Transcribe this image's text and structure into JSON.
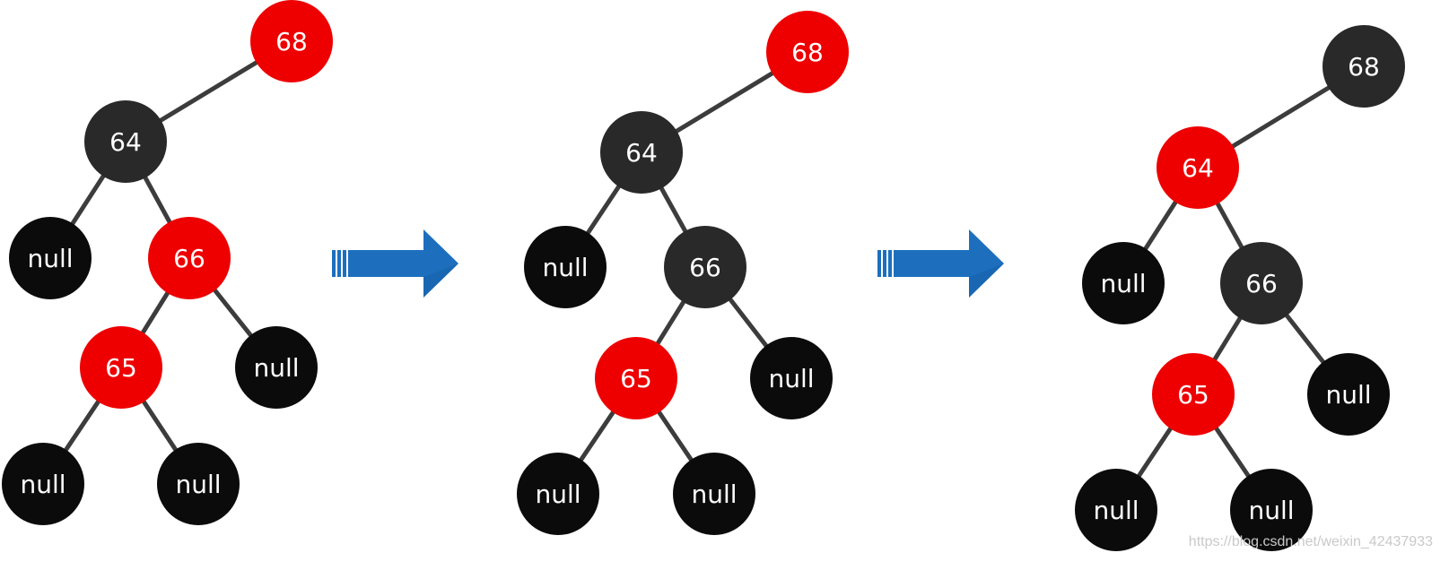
{
  "colors": {
    "red": "#ee0000",
    "black_dark": "#292929",
    "black_null": "#0b0b0b",
    "edge": "#3c3c3c",
    "arrow_blue": "#1d6fbe",
    "arrow_blue_dark": "#135a9d"
  },
  "trees": [
    {
      "nodes": [
        {
          "id": "n68",
          "label": "68",
          "color": "red"
        },
        {
          "id": "n64",
          "label": "64",
          "color": "black_dark"
        },
        {
          "id": "nl1",
          "label": "null",
          "color": "black_null"
        },
        {
          "id": "n66",
          "label": "66",
          "color": "red"
        },
        {
          "id": "n65",
          "label": "65",
          "color": "red"
        },
        {
          "id": "nl2",
          "label": "null",
          "color": "black_null"
        },
        {
          "id": "nl3",
          "label": "null",
          "color": "black_null"
        },
        {
          "id": "nl4",
          "label": "null",
          "color": "black_null"
        }
      ]
    },
    {
      "nodes": [
        {
          "id": "n68",
          "label": "68",
          "color": "red"
        },
        {
          "id": "n64",
          "label": "64",
          "color": "black_dark"
        },
        {
          "id": "nl1",
          "label": "null",
          "color": "black_null"
        },
        {
          "id": "n66",
          "label": "66",
          "color": "black_dark"
        },
        {
          "id": "n65",
          "label": "65",
          "color": "red"
        },
        {
          "id": "nl2",
          "label": "null",
          "color": "black_null"
        },
        {
          "id": "nl3",
          "label": "null",
          "color": "black_null"
        },
        {
          "id": "nl4",
          "label": "null",
          "color": "black_null"
        }
      ]
    },
    {
      "nodes": [
        {
          "id": "n68",
          "label": "68",
          "color": "black_dark"
        },
        {
          "id": "n64",
          "label": "64",
          "color": "red"
        },
        {
          "id": "nl1",
          "label": "null",
          "color": "black_null"
        },
        {
          "id": "n66",
          "label": "66",
          "color": "black_dark"
        },
        {
          "id": "n65",
          "label": "65",
          "color": "red"
        },
        {
          "id": "nl2",
          "label": "null",
          "color": "black_null"
        },
        {
          "id": "nl3",
          "label": "null",
          "color": "black_null"
        },
        {
          "id": "nl4",
          "label": "null",
          "color": "black_null"
        }
      ]
    }
  ],
  "edges": [
    [
      "n68",
      "n64"
    ],
    [
      "n64",
      "nl1"
    ],
    [
      "n64",
      "n66"
    ],
    [
      "n66",
      "n65"
    ],
    [
      "n66",
      "nl2"
    ],
    [
      "n65",
      "nl3"
    ],
    [
      "n65",
      "nl4"
    ]
  ],
  "arrows": [
    {
      "name": "arrow-1-to-2",
      "direction": "right"
    },
    {
      "name": "arrow-2-to-3",
      "direction": "right"
    }
  ],
  "watermark": "https://blog.csdn.net/weixin_42437933"
}
